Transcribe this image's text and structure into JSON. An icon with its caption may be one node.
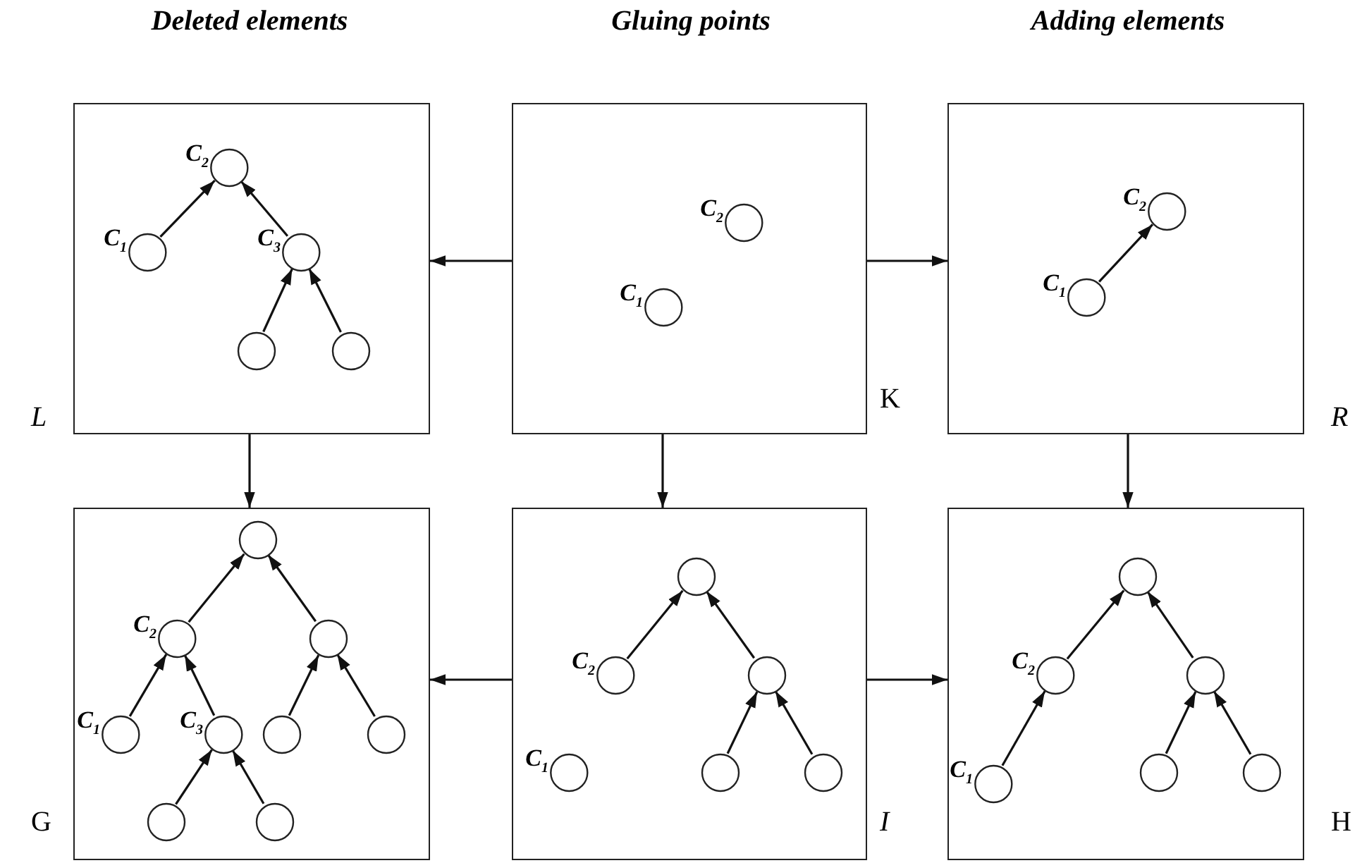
{
  "diagram": {
    "nodes": [
      {
        "text": [],
        "shape": "box",
        "beside": [
          "L"
        ]
      },
      {
        "text": [
          "C$_{2}$"
        ],
        "in": 0
      },
      {
        "text": [
          "C$_{1}$"
        ],
        "in": 0
      },
      {
        "text": [
          "C$_{3}$"
        ],
        "in": 0
      },
      {
        "text": [],
        "shape": "circle",
        "in": 0
      },
      {
        "text": [],
        "shape": "circle",
        "in": 0
      },
      {
        "text": [],
        "shape": "box",
        "beside": [
          "K"
        ]
      },
      {
        "text": [
          "C$_{2}$"
        ],
        "in": 6
      },
      {
        "text": [
          "C$_{1}$"
        ],
        "in": 6
      },
      {
        "text": [],
        "shape": "box",
        "beside": [
          "R"
        ]
      },
      {
        "text": [
          "C$_{2}$"
        ],
        "in": 9
      },
      {
        "text": [
          "C$_{1}$"
        ],
        "in": 9
      },
      {
        "text": [],
        "shape": "box",
        "beside": [
          "G"
        ]
      },
      {
        "text": [],
        "shape": "circle",
        "in": 12
      },
      {
        "text": [
          "C$_{2}$"
        ],
        "in": 12
      },
      {
        "text": [],
        "shape": "circle",
        "in": 12
      },
      {
        "text": [
          "C$_{1}$"
        ],
        "in": 12
      },
      {
        "text": [
          "C$_{3}$"
        ],
        "in": 12
      },
      {
        "text": [],
        "shape": "circle",
        "in": 12
      },
      {
        "text": [],
        "shape": "circle",
        "in": 12
      },
      {
        "text": [],
        "shape": "circle",
        "in": 12
      },
      {
        "text": [],
        "shape": "circle",
        "in": 12
      },
      {
        "text": [],
        "shape": "box",
        "beside": [
          "I"
        ]
      },
      {
        "text": [],
        "shape": "circle",
        "in": 22
      },
      {
        "text": [
          "C$_{2}$"
        ],
        "in": 22
      },
      {
        "text": [],
        "shape": "circle",
        "in": 22
      },
      {
        "text": [
          "C$_{1}$"
        ],
        "in": 22
      },
      {
        "text": [],
        "shape": "circle",
        "in": 22
      },
      {
        "text": [],
        "shape": "circle",
        "in": 22
      },
      {
        "text": [],
        "shape": "box",
        "beside": [
          "H"
        ]
      },
      {
        "text": [],
        "shape": "circle",
        "in": 29
      },
      {
        "text": [
          "C$_{2}$"
        ],
        "in": 29
      },
      {
        "text": [],
        "shape": "circle",
        "in": 29
      },
      {
        "text": [
          "C$_{1}$"
        ],
        "in": 29
      },
      {
        "text": [],
        "shape": "circle",
        "in": 29
      },
      {
        "text": [],
        "shape": "circle",
        "in": 29
      }
    ],
    "edges": [
      {
        "from": 6,
        "to": 0,
        "arrow": "to"
      },
      {
        "from": 6,
        "to": 9,
        "arrow": "to"
      },
      {
        "from": 0,
        "to": 12,
        "arrow": "to"
      },
      {
        "from": 6,
        "to": 22,
        "arrow": "to"
      },
      {
        "from": 9,
        "to": 29,
        "arrow": "to"
      },
      {
        "from": 22,
        "to": 12,
        "arrow": "to"
      },
      {
        "from": 22,
        "to": 29,
        "arrow": "to"
      },
      {
        "from": 2,
        "to": 1,
        "arrow": "to"
      },
      {
        "from": 3,
        "to": 1,
        "arrow": "to"
      },
      {
        "from": 4,
        "to": 3,
        "arrow": "to"
      },
      {
        "from": 5,
        "to": 3,
        "arrow": "to"
      },
      {
        "from": 11,
        "to": 10,
        "arrow": "to"
      },
      {
        "from": 14,
        "to": 13,
        "arrow": "to"
      },
      {
        "from": 15,
        "to": 13,
        "arrow": "to"
      },
      {
        "from": 16,
        "to": 14,
        "arrow": "to"
      },
      {
        "from": 17,
        "to": 14,
        "arrow": "to"
      },
      {
        "from": 18,
        "to": 15,
        "arrow": "to"
      },
      {
        "from": 19,
        "to": 15,
        "arrow": "to"
      },
      {
        "from": 20,
        "to": 17,
        "arrow": "to"
      },
      {
        "from": 21,
        "to": 17,
        "arrow": "to"
      },
      {
        "from": 24,
        "to": 23,
        "arrow": "to"
      },
      {
        "from": 25,
        "to": 23,
        "arrow": "to"
      },
      {
        "from": 27,
        "to": 25,
        "arrow": "to"
      },
      {
        "from": 28,
        "to": 25,
        "arrow": "to"
      },
      {
        "from": 31,
        "to": 30,
        "arrow": "to"
      },
      {
        "from": 32,
        "to": 30,
        "arrow": "to"
      },
      {
        "from": 33,
        "to": 31,
        "arrow": "to"
      },
      {
        "from": 34,
        "to": 32,
        "arrow": "to"
      },
      {
        "from": 35,
        "to": 32,
        "arrow": "to"
      }
    ],
    "labels": [
      "Deleted elements",
      "Gluing points",
      "Adding elements"
    ]
  }
}
